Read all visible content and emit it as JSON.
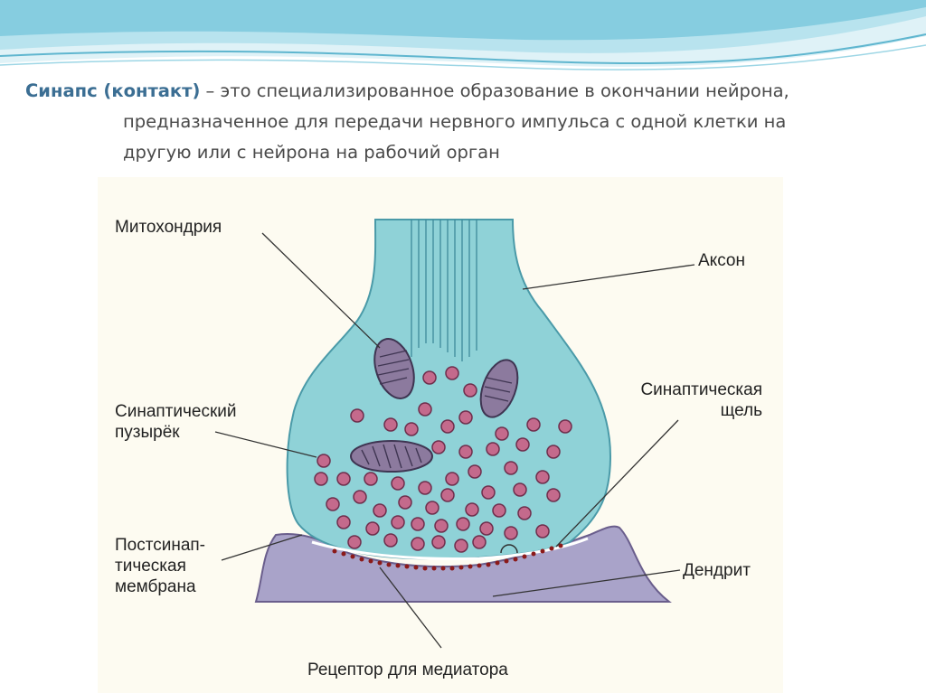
{
  "definition": {
    "term": "Синапс (контакт)",
    "line1_rest": " – это специализированное образование в окончании нейрона,",
    "line2": "предназначенное для передачи нервного импульса с одной клетки на",
    "line3": "другую или с нейрона на рабочий орган"
  },
  "labels": {
    "mitochondrion": "Митохондрия",
    "axon": "Аксон",
    "vesicle_1": "Синаптический",
    "vesicle_2": "пузырёк",
    "cleft_1": "Синаптическая",
    "cleft_2": "щель",
    "postsyn_1": "Постсинап-",
    "postsyn_2": "тическая",
    "postsyn_3": "мембрана",
    "dendrite": "Дендрит",
    "receptor": "Рецептор для медиатора"
  },
  "colors": {
    "term": "#3b6e93",
    "text": "#4a4a4a",
    "axon_fill": "#8fd2d7",
    "dendrite_fill": "#a9a3c9",
    "vesicle": "#c46a8c",
    "mitochondrion": "#8c7a9e",
    "receptor": "#8b1a1a",
    "panel": "#fdfbf1"
  }
}
